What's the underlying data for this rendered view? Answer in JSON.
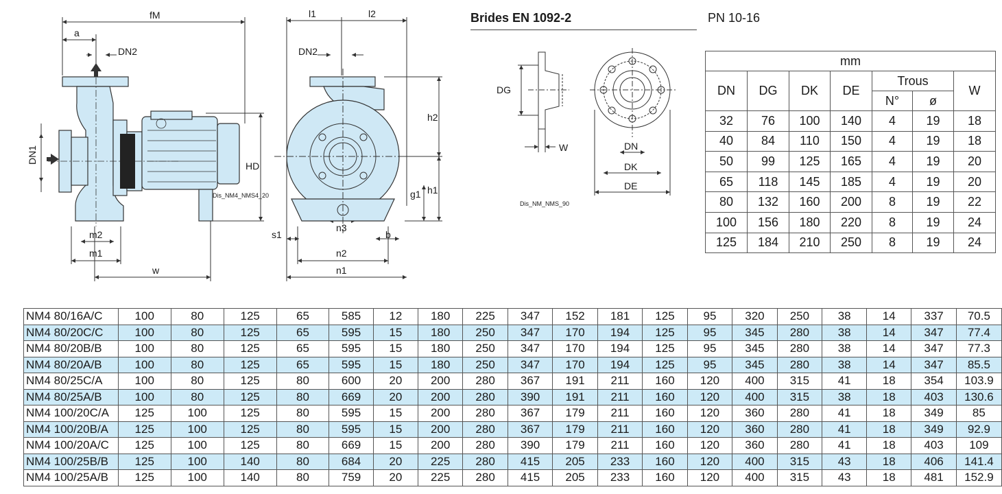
{
  "drawing_labels": {
    "fm": "fM",
    "a": "a",
    "dn2_left": "DN2",
    "dn1": "DN1",
    "hd": "HD",
    "m2": "m2",
    "m1": "m1",
    "w": "w",
    "drawing_code_1": "Dis_NM4_NMS4_20",
    "l1": "l1",
    "l2": "l2",
    "dn2_front": "DN2",
    "h2": "h2",
    "h1": "h1",
    "g1": "g1",
    "s1": "s1",
    "n3": "n3",
    "b": "b",
    "n2": "n2",
    "n1": "n1",
    "dg": "DG",
    "w_flange": "W",
    "dn_flange": "DN",
    "dk": "DK",
    "de": "DE",
    "drawing_code_2": "Dis_NM_NMS_90"
  },
  "flange": {
    "title": "Brides EN 1092-2",
    "pn": "PN 10-16",
    "unit": "mm",
    "holes_header": "Trous",
    "columns": [
      "DN",
      "DG",
      "DK",
      "DE",
      "N°",
      "ø",
      "W"
    ],
    "rows": [
      [
        "32",
        "76",
        "100",
        "140",
        "4",
        "19",
        "18"
      ],
      [
        "40",
        "84",
        "110",
        "150",
        "4",
        "19",
        "18"
      ],
      [
        "50",
        "99",
        "125",
        "165",
        "4",
        "19",
        "20"
      ],
      [
        "65",
        "118",
        "145",
        "185",
        "4",
        "19",
        "20"
      ],
      [
        "80",
        "132",
        "160",
        "200",
        "8",
        "19",
        "22"
      ],
      [
        "100",
        "156",
        "180",
        "220",
        "8",
        "19",
        "24"
      ],
      [
        "125",
        "184",
        "210",
        "250",
        "8",
        "19",
        "24"
      ]
    ]
  },
  "dims": {
    "rows": [
      [
        "NM4 80/16A/C",
        "100",
        "80",
        "125",
        "65",
        "585",
        "12",
        "180",
        "225",
        "347",
        "152",
        "181",
        "125",
        "95",
        "320",
        "250",
        "38",
        "14",
        "337",
        "70.5"
      ],
      [
        "NM4 80/20C/C",
        "100",
        "80",
        "125",
        "65",
        "595",
        "15",
        "180",
        "250",
        "347",
        "170",
        "194",
        "125",
        "95",
        "345",
        "280",
        "38",
        "14",
        "347",
        "77.4"
      ],
      [
        "NM4 80/20B/B",
        "100",
        "80",
        "125",
        "65",
        "595",
        "15",
        "180",
        "250",
        "347",
        "170",
        "194",
        "125",
        "95",
        "345",
        "280",
        "38",
        "14",
        "347",
        "77.3"
      ],
      [
        "NM4 80/20A/B",
        "100",
        "80",
        "125",
        "65",
        "595",
        "15",
        "180",
        "250",
        "347",
        "170",
        "194",
        "125",
        "95",
        "345",
        "280",
        "38",
        "14",
        "347",
        "85.5"
      ],
      [
        "NM4 80/25C/A",
        "100",
        "80",
        "125",
        "80",
        "600",
        "20",
        "200",
        "280",
        "367",
        "191",
        "211",
        "160",
        "120",
        "400",
        "315",
        "41",
        "18",
        "354",
        "103.9"
      ],
      [
        "NM4 80/25A/B",
        "100",
        "80",
        "125",
        "80",
        "669",
        "20",
        "200",
        "280",
        "390",
        "191",
        "211",
        "160",
        "120",
        "400",
        "315",
        "38",
        "18",
        "403",
        "130.6"
      ],
      [
        "NM4 100/20C/A",
        "125",
        "100",
        "125",
        "80",
        "595",
        "15",
        "200",
        "280",
        "367",
        "179",
        "211",
        "160",
        "120",
        "360",
        "280",
        "41",
        "18",
        "349",
        "85"
      ],
      [
        "NM4 100/20B/A",
        "125",
        "100",
        "125",
        "80",
        "595",
        "15",
        "200",
        "280",
        "367",
        "179",
        "211",
        "160",
        "120",
        "360",
        "280",
        "41",
        "18",
        "349",
        "92.9"
      ],
      [
        "NM4 100/20A/C",
        "125",
        "100",
        "125",
        "80",
        "669",
        "15",
        "200",
        "280",
        "390",
        "179",
        "211",
        "160",
        "120",
        "360",
        "280",
        "41",
        "18",
        "403",
        "109"
      ],
      [
        "NM4 100/25B/B",
        "125",
        "100",
        "140",
        "80",
        "684",
        "20",
        "225",
        "280",
        "415",
        "205",
        "233",
        "160",
        "120",
        "400",
        "315",
        "43",
        "18",
        "406",
        "141.4"
      ],
      [
        "NM4 100/25A/B",
        "125",
        "100",
        "140",
        "80",
        "759",
        "20",
        "225",
        "280",
        "415",
        "205",
        "233",
        "160",
        "120",
        "400",
        "315",
        "43",
        "18",
        "481",
        "152.9"
      ]
    ]
  },
  "colors": {
    "pump_fill": "#cfe8f5",
    "row_alt": "#cdeaf7",
    "line": "#333333"
  }
}
